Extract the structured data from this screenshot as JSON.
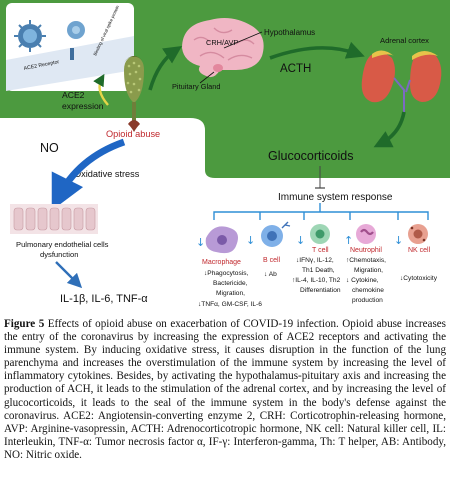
{
  "figure": {
    "virus_receptor_label": "ACE2 Receptor",
    "virus_binding_label": "Binding of viral spike protein",
    "ace2_expression": [
      "ACE2",
      "expression"
    ],
    "opioid_abuse": "Opioid abuse",
    "no_label": "NO",
    "oxidative_stress": "Oxidative stress",
    "hypothalamus": "Hypothalamus",
    "crh_avp": "CRH/AVP",
    "pituitary_gland": "Pituitary Gland",
    "acth": "ACTH",
    "adrenal_cortex": "Adrenal cortex",
    "glucocorticoids": "Glucocorticoids",
    "immune_system_response": "Immune system response",
    "endothelial": [
      "Pulmonary endothelial cells",
      "dysfunction"
    ],
    "cytokines": "IL-1β,  IL-6,  TNF-α",
    "cells": [
      {
        "name": "Macrophage",
        "effects": [
          "↓Phagocytosis,",
          "Bactericide,",
          "Migration,",
          "↓TNFα, GM-CSF, IL-6"
        ],
        "color": "#b89ad6"
      },
      {
        "name": "B cell",
        "effects": [
          "↓ Ab"
        ],
        "color": "#7fb0e8"
      },
      {
        "name": "T cell",
        "effects": [
          "↓IFNγ, IL-12,",
          "Th1 Death,",
          "↑IL-4, IL-10, Th2",
          "Differentiation"
        ],
        "color": "#9ed6b5"
      },
      {
        "name": "Neutrophil",
        "effects": [
          "↑Chemotaxis,",
          "Migration,",
          "↓ Cytokine,",
          "chemokine",
          "production"
        ],
        "color": "#e7a9d7"
      },
      {
        "name": "NK cell",
        "effects": [
          "↓Cytotoxicity"
        ],
        "color": "#e8a090"
      }
    ],
    "colors": {
      "background": "#4c9a3f",
      "panel": "#ffffff",
      "red_label": "#c0282d",
      "blue_arrow": "#1f66c4",
      "green_arrow": "#1f6b2a",
      "immune_line": "#2f8fd6"
    }
  },
  "caption": {
    "label": "Figure 5",
    "text": " Effects of opioid abuse on exacerbation of COVID-19 infection. Opioid abuse increases the entry of the coronavirus by increasing the expression of ACE2 receptors and activating the immune system. By inducing oxidative stress, it causes disruption in the function of the lung parenchyma and increases the overstimulation of the immune system by increasing the level of inflammatory cytokines. Besides, by activating the hypothalamus-pituitary axis and increasing the production of ACH, it leads to the stimulation of the adrenal cortex, and by increasing the level of glucocorticoids, it leads to the seal of the immune system in the body's defense against the coronavirus. ACE2: Angiotensin-converting enzyme 2, CRH: Corticotrophin-releasing hormone, AVP: Arginine-vasopressin, ACTH: Adrenocorticotropic hormone, NK cell: Natural killer cell, IL: Interleukin, TNF-α: Tumor necrosis factor α, IF-γ: Interferon-gamma, Th: T helper, AB: Antibody, NO: Nitric oxide."
  }
}
